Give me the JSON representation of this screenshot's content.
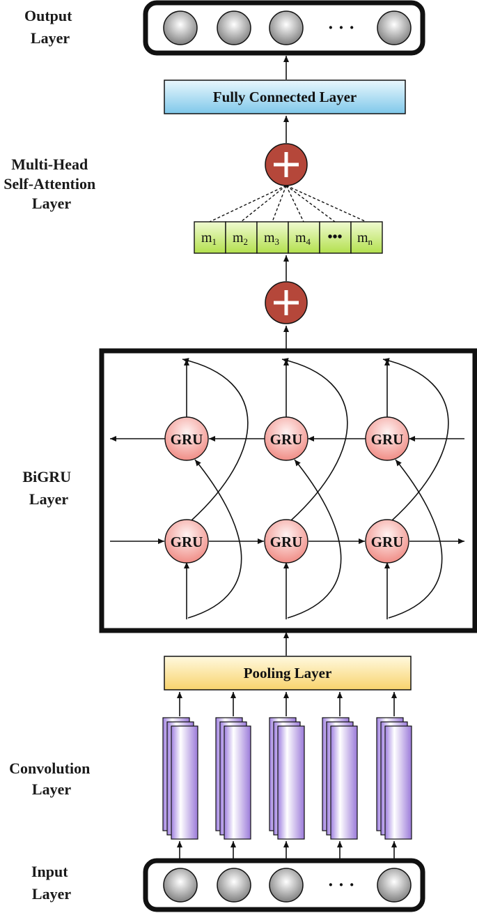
{
  "labels": {
    "output": [
      "Output",
      "Layer"
    ],
    "attention": [
      "Multi-Head",
      "Self-Attention",
      "Layer"
    ],
    "bigru": [
      "BiGRU",
      "Layer"
    ],
    "convolution": [
      "Convolution",
      "Layer"
    ],
    "input": [
      "Input",
      "Layer"
    ]
  },
  "boxes": {
    "fully_connected": "Fully Connected Layer",
    "pooling": "Pooling Layer"
  },
  "gru_label": "GRU",
  "attention_cells": [
    {
      "base": "m",
      "sub": "1"
    },
    {
      "base": "m",
      "sub": "2"
    },
    {
      "base": "m",
      "sub": "3"
    },
    {
      "base": "m",
      "sub": "4"
    },
    {
      "base": "•••",
      "sub": ""
    },
    {
      "base": "m",
      "sub": "n"
    }
  ],
  "ellipsis": "· · ·",
  "colors": {
    "plus_node": "#b5473a",
    "gru_node": "#f4a7a2",
    "fc_box": "#bde4f5",
    "pool_box": "#fde9b0",
    "m_cell": "#c8ea7a",
    "conv_filter": "#a98fe0"
  }
}
